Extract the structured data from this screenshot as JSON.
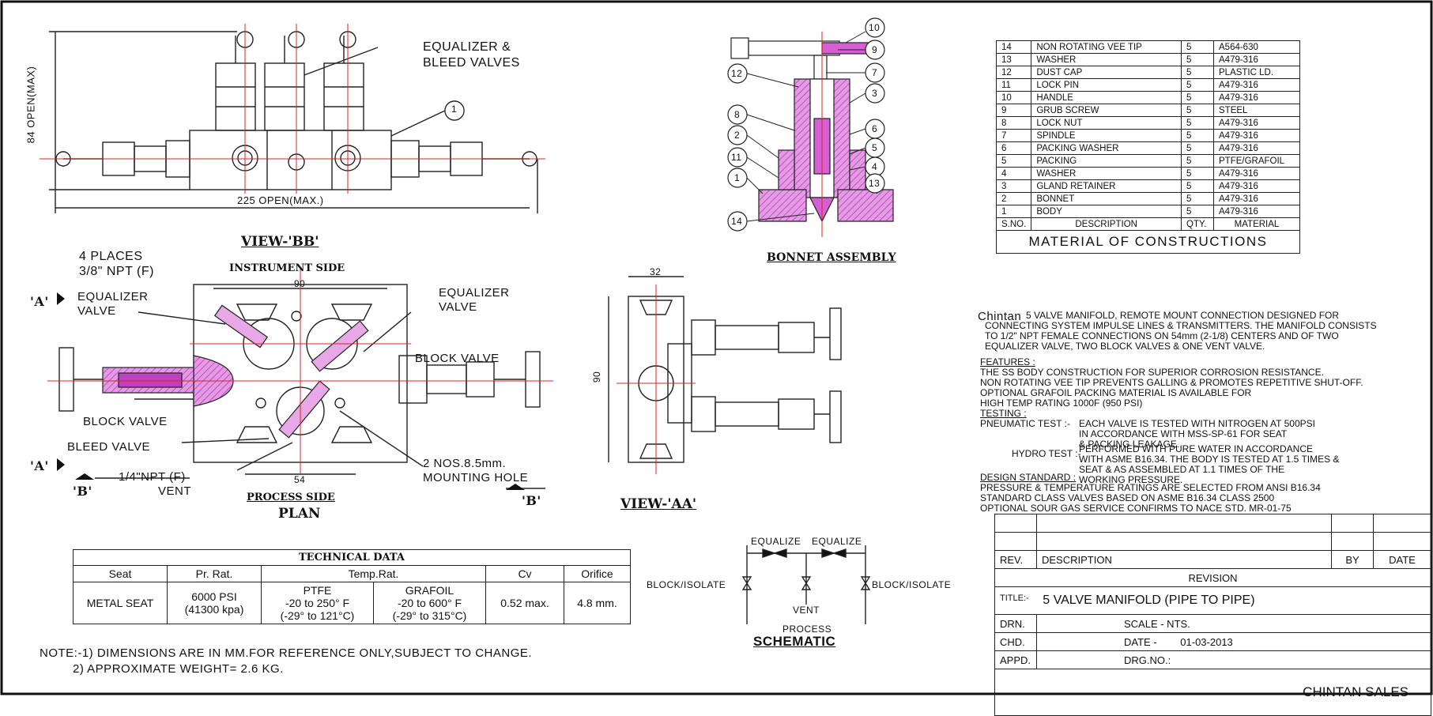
{
  "view_bb": {
    "title": "VIEW-'BB'",
    "equalizer_bleed": [
      "EQUALIZER &",
      "BLEED VALVES"
    ],
    "height_dim": "84 OPEN(MAX)",
    "width_dim": "225 OPEN(MAX.)",
    "balloon": "1"
  },
  "plan": {
    "title": "PLAN",
    "instrument_side": "INSTRUMENT SIDE",
    "process_side": "PROCESS SIDE",
    "places": [
      "4 PLACES",
      "3/8\" NPT (F)"
    ],
    "equalizer_left": [
      "EQUALIZER",
      "VALVE"
    ],
    "equalizer_right": [
      "EQUALIZER",
      "VALVE"
    ],
    "block_valve_right": "BLOCK VALVE",
    "block_valve_left": "BLOCK VALVE",
    "bleed_valve": "BLEED VALVE",
    "vent": [
      "1/4\"NPT (F)",
      "VENT"
    ],
    "mounting": [
      "2 NOS.8.5mm.",
      "MOUNTING HOLE"
    ],
    "dim_top": "90",
    "dim_bottom": "54",
    "section_a_top": "'A'",
    "section_a_bottom": "'A'",
    "section_b_left": "'B'",
    "section_b_right": "'B'"
  },
  "view_aa": {
    "title": "VIEW-'AA'",
    "dim_top": "32",
    "dim_left": "90"
  },
  "bonnet": {
    "title": "BONNET ASSEMBLY",
    "balloons": [
      "10",
      "9",
      "7",
      "3",
      "6",
      "5",
      "4",
      "13",
      "12",
      "8",
      "2",
      "11",
      "1",
      "14"
    ]
  },
  "materials": {
    "rows": [
      [
        "14",
        "NON ROTATING VEE TIP",
        "5",
        "A564-630"
      ],
      [
        "13",
        "WASHER",
        "5",
        "A479-316"
      ],
      [
        "12",
        "DUST CAP",
        "5",
        "PLASTIC LD."
      ],
      [
        "11",
        "LOCK PIN",
        "5",
        "A479-316"
      ],
      [
        "10",
        "HANDLE",
        "5",
        "A479-316"
      ],
      [
        "9",
        "GRUB SCREW",
        "5",
        "STEEL"
      ],
      [
        "8",
        "LOCK NUT",
        "5",
        "A479-316"
      ],
      [
        "7",
        "SPINDLE",
        "5",
        "A479-316"
      ],
      [
        "6",
        "PACKING WASHER",
        "5",
        "A479-316"
      ],
      [
        "5",
        "PACKING",
        "5",
        "PTFE/GRAFOIL"
      ],
      [
        "4",
        "WASHER",
        "5",
        "A479-316"
      ],
      [
        "3",
        "GLAND RETAINER",
        "5",
        "A479-316"
      ],
      [
        "2",
        "BONNET",
        "5",
        "A479-316"
      ],
      [
        "1",
        "BODY",
        "5",
        "A479-316"
      ]
    ],
    "header": [
      "S.NO.",
      "DESCRIPTION",
      "QTY.",
      "MATERIAL"
    ],
    "caption": "MATERIAL OF CONSTRUCTIONS"
  },
  "description": {
    "brand": "Chintan",
    "intro": [
      "5 VALVE MANIFOLD, REMOTE MOUNT CONNECTION DESIGNED FOR",
      "CONNECTING SYSTEM IMPULSE LINES & TRANSMITTERS. THE MANIFOLD CONSISTS",
      "TO 1/2\" NPT FEMALE CONNECTIONS ON 54mm (2-1/8) CENTERS AND OF TWO",
      "EQUALIZER VALVE, TWO BLOCK VALVES & ONE VENT VALVE."
    ],
    "features_title": "FEATURES :",
    "features": [
      "THE SS BODY CONSTRUCTION FOR SUPERIOR CORROSION RESISTANCE.",
      "NON ROTATING VEE TIP PREVENTS GALLING & PROMOTES REPETITIVE SHUT-OFF.",
      "OPTIONAL GRAFOIL PACKING MATERIAL IS AVAILABLE FOR",
      "HIGH TEMP RATING 1000F (950 PSI)"
    ],
    "testing_title": "TESTING :",
    "pneumatic_label": "PNEUMATIC TEST :-",
    "pneumatic": [
      "EACH VALVE IS TESTED WITH NITROGEN AT 500PSI",
      "IN ACCORDANCE WITH MSS-SP-61 FOR SEAT",
      "& PACKING LEAKAGE."
    ],
    "hydro_label": "HYDRO TEST :-",
    "hydro": [
      "PERFORMED WITH PURE WATER IN ACCORDANCE",
      "WITH ASME B16.34. THE BODY IS TESTED AT 1.5 TIMES &",
      "SEAT & AS ASSEMBLED AT 1.1 TIMES OF THE",
      "WORKING PRESSURE."
    ],
    "design_title": "DESIGN STANDARD :",
    "design": [
      "PRESSURE & TEMPERATURE RATINGS ARE SELECTED FROM ANSI B16.34",
      "STANDARD CLASS VALVES BASED ON ASME B16.34 CLASS 2500",
      "OPTIONAL SOUR GAS SERVICE CONFIRMS TO NACE STD. MR-01-75"
    ]
  },
  "tech": {
    "caption": "TECHNICAL DATA",
    "headers": [
      "Seat",
      "Pr. Rat.",
      "Temp.Rat.",
      "Cv",
      "Orifice"
    ],
    "seat": "METAL SEAT",
    "pressure": [
      "6000 PSI",
      "(41300 kpa)"
    ],
    "ptfe": [
      "PTFE",
      "-20 to 250° F",
      "(-29° to 121°C)"
    ],
    "grafoil": [
      "GRAFOIL",
      "-20 to 600° F",
      "(-29° to 315°C)"
    ],
    "cv": "0.52 max.",
    "orifice": "4.8 mm."
  },
  "schematic": {
    "title": "SCHEMATIC",
    "equalize_left": "EQUALIZE",
    "equalize_right": "EQUALIZE",
    "block_left": "BLOCK/ISOLATE",
    "block_right": "BLOCK/ISOLATE",
    "vent": "VENT",
    "process": "PROCESS"
  },
  "notes": [
    "NOTE:-1) DIMENSIONS ARE IN MM.FOR REFERENCE ONLY,SUBJECT TO CHANGE.",
    "2) APPROXIMATE    WEIGHT= 2.6 KG."
  ],
  "titleblock": {
    "rev": "REV.",
    "description": "DESCRIPTION",
    "by": "BY",
    "date": "DATE",
    "revision": "REVISION",
    "title_label": "TITLE:-",
    "title": "5 VALVE MANIFOLD (PIPE TO PIPE)",
    "drn": "DRN.",
    "scale": "SCALE - NTS.",
    "chd": "CHD.",
    "date_label": "DATE -",
    "date_value": "01-03-2013",
    "appd": "APPD.",
    "drg": "DRG.NO.:",
    "company": "CHINTAN SALES"
  },
  "colors": {
    "magenta": "#d65fd6",
    "red": "#e02020",
    "line": "#222222"
  }
}
